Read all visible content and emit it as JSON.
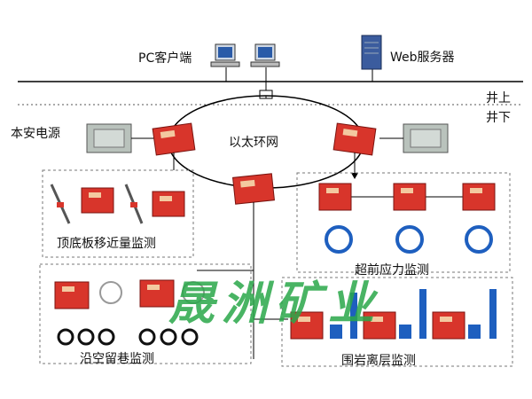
{
  "top_nodes": {
    "pc_client": "PC客户端",
    "web_server": "Web服务器"
  },
  "zones": {
    "above": "井上",
    "below": "井下"
  },
  "ring": {
    "label": "以太环网"
  },
  "power": {
    "label": "本安电源"
  },
  "subsystems": {
    "roof_floor": "顶底板移近量监测",
    "advance_stress": "超前应力监测",
    "gob_roadway": "沿空留巷监测",
    "surrounding_rock": "围岩离层监测"
  },
  "watermark": "晟洲矿业",
  "colors": {
    "device_red": "#d8352b",
    "sensor_blue": "#1e5fbf",
    "watermark_green": "#2aa84a"
  }
}
